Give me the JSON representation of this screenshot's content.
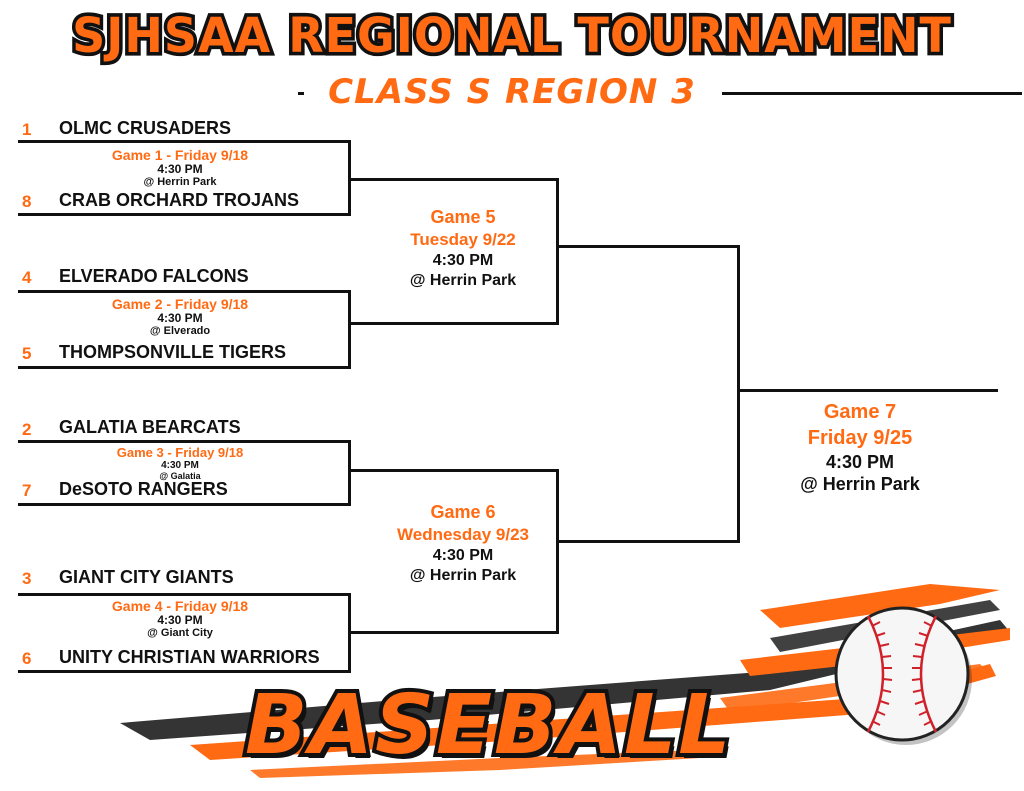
{
  "header": {
    "title": "SJHSAA REGIONAL TOURNAMENT",
    "subtitle": "CLASS S REGION 3"
  },
  "first_round": [
    {
      "top": {
        "seed": "1",
        "name": "OLMC CRUSADERS"
      },
      "bottom": {
        "seed": "8",
        "name": "CRAB ORCHARD TROJANS"
      },
      "game": "Game 1 - Friday 9/18",
      "time": "4:30 PM",
      "site": "@ Herrin Park"
    },
    {
      "top": {
        "seed": "4",
        "name": "ELVERADO FALCONS"
      },
      "bottom": {
        "seed": "5",
        "name": "THOMPSONVILLE TIGERS"
      },
      "game": "Game 2 - Friday 9/18",
      "time": "4:30 PM",
      "site": "@ Elverado"
    },
    {
      "top": {
        "seed": "2",
        "name": "GALATIA BEARCATS"
      },
      "bottom": {
        "seed": "7",
        "name": "DeSOTO RANGERS"
      },
      "game": "Game 3 - Friday 9/18",
      "time": "4:30 PM",
      "site": "@ Galatia"
    },
    {
      "top": {
        "seed": "3",
        "name": "GIANT CITY GIANTS"
      },
      "bottom": {
        "seed": "6",
        "name": "UNITY CHRISTIAN WARRIORS"
      },
      "game": "Game 4 - Friday 9/18",
      "time": "4:30 PM",
      "site": "@ Giant City"
    }
  ],
  "semifinals": [
    {
      "game": "Game 5",
      "date": "Tuesday 9/22",
      "time": "4:30 PM",
      "site": "@ Herrin Park"
    },
    {
      "game": "Game 6",
      "date": "Wednesday 9/23",
      "time": "4:30 PM",
      "site": "@ Herrin Park"
    }
  ],
  "final": {
    "game": "Game 7",
    "date": "Friday 9/25",
    "time": "4:30 PM",
    "site": "@ Herrin Park"
  },
  "footer": {
    "brand": "BASEBALL"
  },
  "colors": {
    "accent": "#ff6a13",
    "ink": "#111111",
    "background": "#ffffff",
    "stitch": "#d0202a"
  },
  "icons": {
    "ball": "baseball-icon"
  }
}
